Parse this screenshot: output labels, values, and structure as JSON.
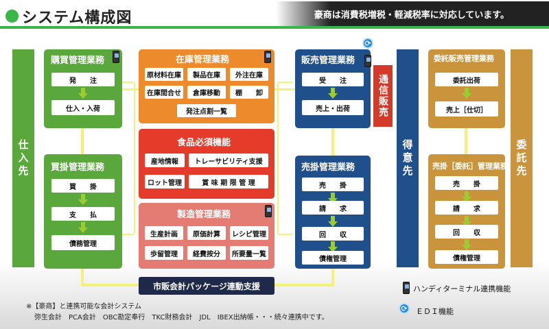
{
  "title": "システム構成図",
  "top_note": "豪商は消費税増税・軽減税率に対応しています。",
  "side_bars": {
    "left": "仕入先",
    "center": "得意先",
    "right": "委託先"
  },
  "purchase": {
    "title": "購買管理業務",
    "items": [
      "発　　注",
      "仕入・入荷"
    ]
  },
  "payable": {
    "title": "買掛管理業務",
    "items": [
      "買　　掛",
      "支　　払",
      "債務管理"
    ]
  },
  "inventory": {
    "title": "在庫管理業務",
    "grid": [
      "原材料在庫",
      "製品在庫",
      "外注在庫",
      "在庫間合せ",
      "倉庫移動",
      "棚　　卸"
    ],
    "bottom": "発注点割一覧"
  },
  "food": {
    "title": "食品必須機能",
    "items": [
      "産地情報",
      "トレーサビリティ支援",
      "ロット管理",
      "賞 味 期 限 管 理"
    ]
  },
  "manufacturing": {
    "title": "製造管理業務",
    "grid": [
      "生産計画",
      "原価計算",
      "レシピ管理",
      "歩留管理",
      "経費按分",
      "所要量一覧"
    ]
  },
  "sales": {
    "title": "販売管理業務",
    "items": [
      "受　　注",
      "売上・出荷"
    ]
  },
  "mail_order": "通信販売",
  "receivable": {
    "title": "売掛管理業務",
    "items": [
      "売　　掛",
      "請　　求",
      "回　　収",
      "債権管理"
    ]
  },
  "consign_sales": {
    "title": "委託販売管理業務",
    "items": [
      "委託出荷",
      "売上［仕切］"
    ]
  },
  "consign_receivable": {
    "title": "売掛［委託］管理業務",
    "items": [
      "売　　掛",
      "請　　求",
      "回　　収",
      "債権管理"
    ]
  },
  "accounting_bar": "市販会計パッケージ連動支援",
  "legend": {
    "handy": "ハンディターミナル連携機能",
    "edi": "ＥＤＩ機能"
  },
  "footnote": {
    "line1": "※【豪商】と連携可能な会計システム",
    "line2": "弥生会計　PCA会計　OBC勘定奉行　TKC財務会計　JDL　IBEX出納帳・・・続々連携中です。"
  },
  "colors": {
    "green": "#5aa83c",
    "orange": "#ec8a2c",
    "red": "#e53b2b",
    "pink": "#e57c74",
    "blue": "#20508c",
    "red_sales": "#d23a2a",
    "tan": "#c9943c",
    "navy": "#1f2a4a",
    "connector": "#f5f07a"
  }
}
